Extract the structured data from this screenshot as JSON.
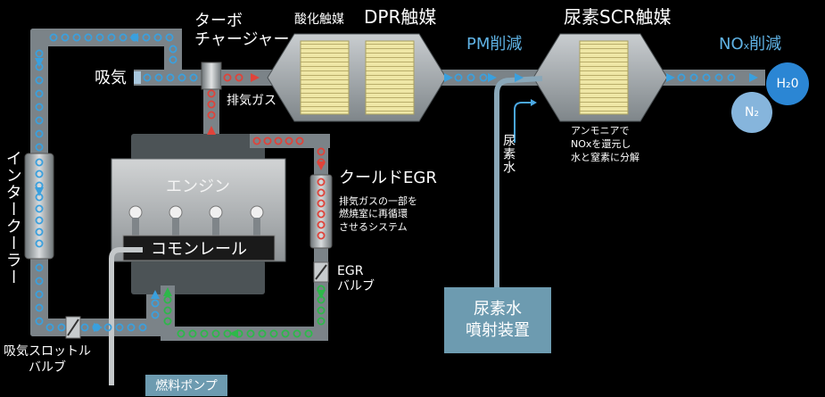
{
  "labels": {
    "turbo": "ターボ\nチャージャー",
    "oxidation_catalyst": "酸化触媒",
    "dpr_catalyst": "DPR触媒",
    "urea_scr_catalyst": "尿素SCR触媒",
    "pm_reduction": "PM削減",
    "nox_reduction_main": "NO",
    "nox_reduction_sub": "x",
    "nox_reduction_tail": "削減",
    "h2o": "H₂0",
    "n2": "N₂",
    "intake": "吸気",
    "exhaust_gas": "排気ガス",
    "intercooler": "インタークーラー",
    "engine": "エンジン",
    "common_rail": "コモンレール",
    "cooled_egr": "クールドEGR",
    "cooled_egr_desc": "排気ガスの一部を\n燃焼室に再循環\nさせるシステム",
    "egr_valve": "EGR\nバルブ",
    "intake_throttle_valve": "吸気スロットル\nバルブ",
    "fuel_pump": "燃料ポンプ",
    "urea_water": "尿素水",
    "urea_injector": "尿素水\n噴射装置",
    "ammonia_desc": "アンモニアで\nNOxを還元し\n水と窒素に分解"
  },
  "colors": {
    "pipe": "#7b8388",
    "pipe_light": "#9aa2a6",
    "dot_blue": "#3aa0de",
    "dot_red": "#e0433a",
    "dot_green": "#2db84a",
    "catalyst": "#efe7a6",
    "accent_blue": "#5fb2e4",
    "h2o_bubble": "#2b86d4",
    "n2_bubble": "#86b5dc",
    "injector_box": "#6d9bb0"
  }
}
